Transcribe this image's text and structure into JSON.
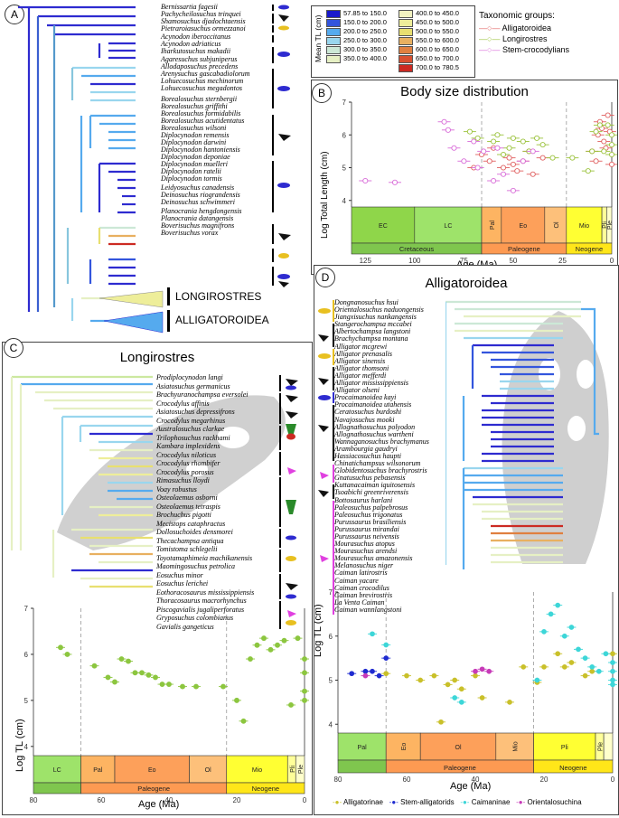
{
  "panel_labels": {
    "a": "A",
    "b": "B",
    "c": "C",
    "d": "D"
  },
  "colors": {
    "alligatoroidea": "#e06060",
    "longirostres": "#9ac23a",
    "stem_crocodylians": "#d86bd8",
    "stem_alligatorids": "#1f2bd0",
    "alligatorinae": "#c9c02a",
    "caimaninae": "#3dd6d8",
    "orientalosuchina": "#c73ab8"
  },
  "panel_a": {
    "taxa": [
      "Bernissartia fagesii",
      "Pachycheilosuchus trinquei",
      "Shamosuchus djadochtaensis",
      "Pietraroiasuchus ormezzanoi",
      "Acynodon iberoccitanus",
      "Acynodon adriaticus",
      "Iharkutosuchus makadii",
      "Agaresuchus subjuniperus",
      "Allodaposuchus precedens",
      "Arenysuchus gascabadiolorum",
      "Lohuecosuchus mechinorum",
      "Lohuecosuchus megadontos",
      "Borealosuchus sternbergii",
      "Borealosuchus griffithi",
      "Borealosuchus formidabilis",
      "Borealosuchus acutidentatus",
      "Borealosuchus wilsoni",
      "Diplocynodon remensis",
      "Diplocynodon darwini",
      "Diplocynodon hantoniensis",
      "Diplocynodon deponiae",
      "Diplocynodon muelleri",
      "Diplocynodon ratelii",
      "Diplocynodon tormis",
      "Leidyosuchus canadensis",
      "Deinosuchus riograndensis",
      "Deinosuchus schwimmeri",
      "Planocrania hengdongensis",
      "Planocrania datangensis",
      "Boverisuchus magnifrons",
      "Boverisuchus vorax"
    ],
    "clade_longirostres": "LONGIROSTRES",
    "clade_alligatoroidea": "ALLIGATOROIDEA"
  },
  "color_legend": {
    "title": "Mean TL (cm)",
    "bins": [
      {
        "label": "57.85 to 150.0",
        "color": "#1a1acc"
      },
      {
        "label": "150.0 to 200.0",
        "color": "#3355dd"
      },
      {
        "label": "200.0 to 250.0",
        "color": "#55aaee"
      },
      {
        "label": "250.0 to 300.0",
        "color": "#99d6ee"
      },
      {
        "label": "300.0 to 350.0",
        "color": "#cce8d6"
      },
      {
        "label": "350.0 to 400.0",
        "color": "#e6f0c4"
      },
      {
        "label": "400.0 to 450.0",
        "color": "#f2f2c0"
      },
      {
        "label": "450.0 to 500.0",
        "color": "#eeee9a"
      },
      {
        "label": "500.0 to 550.0",
        "color": "#e8df70"
      },
      {
        "label": "550.0 to 600.0",
        "color": "#e8b060"
      },
      {
        "label": "600.0 to 650.0",
        "color": "#e08040"
      },
      {
        "label": "650.0 to 700.0",
        "color": "#d85030"
      },
      {
        "label": "700.0 to 780.5",
        "color": "#cc2a22"
      }
    ]
  },
  "taxonomic_legend": {
    "title": "Taxonomic groups:",
    "items": [
      "Alligatoroidea",
      "Longirostres",
      "Stem-crocodylians"
    ]
  },
  "panel_b": {
    "title": "Body size distribution",
    "ylabel": "Log Total Length (cm)",
    "xlabel": "Age (Ma)",
    "x_ticks": [
      "125",
      "100",
      "75",
      "50",
      "25",
      "0"
    ],
    "y_ticks": [
      "4",
      "5",
      "6",
      "7"
    ],
    "epochs": [
      "EC",
      "LC",
      "Pal",
      "Eo",
      "Ol",
      "Mio",
      "Pli",
      "Ple"
    ],
    "periods": [
      "Cretaceous",
      "Paleogene",
      "Neogene"
    ]
  },
  "panel_c": {
    "title": "Longirostres",
    "taxa": [
      "Prodiplocynodon langi",
      "Asiatosuchus germanicus",
      "Brachyuranochampsa eversolei",
      "Crocodylus affinis",
      "Asiatosuchus depressifrons",
      "Crocodylus megarhinus",
      "Australosuchus clarkae",
      "Trilophosuchus rackhami",
      "Kambara implexidens",
      "Crocodylus niloticus",
      "Crocodylus rhombifer",
      "Crocodylus porosus",
      "Rimasuchus lloydi",
      "Voay robustus",
      "Osteolaemus osborni",
      "Osteolaemus tetraspis",
      "Brochuchus pigotti",
      "Mecistops cataphractus",
      "Dollosuchoides densmorei",
      "Thecachampsa antiqua",
      "Tomistoma schlegelii",
      "Toyotamaphimeia machikanensis",
      "Maomingosuchus petrolica",
      "Eosuchus minor",
      "Eosuchus lerichei",
      "Eothoracosaurus mississippiensis",
      "Thoracosaurus macrorhynchus",
      "Piscogavialis jugaliperforatus",
      "Gryposuchus colombianus",
      "Gavialis gangeticus"
    ],
    "ylabel": "Log TL (cm)",
    "xlabel": "Age (Ma)",
    "x_ticks": [
      "80",
      "60",
      "40",
      "20",
      "0"
    ],
    "y_ticks": [
      "4",
      "5",
      "6",
      "7"
    ],
    "epochs": [
      "LC",
      "Pal",
      "Eo",
      "Ol",
      "Mio",
      "Pli",
      "Ple"
    ],
    "periods": [
      "Paleogene",
      "Neogene"
    ]
  },
  "panel_d": {
    "title": "Alligatoroidea",
    "taxa": [
      "Dongnanosuchus hsui",
      "Orientalosuchus naduongensis",
      "Jiangxisuchus nankangensis",
      "Stangerochampsa mccabei",
      "Albertochampsa langstoni",
      "Brachychampsa montana",
      "Alligator mcgrewi",
      "Alligator prenasalis",
      "Alligator sinensis",
      "Alligator thomsoni",
      "Alligator mefferdi",
      "Alligator mississippiensis",
      "Alligator olseni",
      "Procaimanoidea kayi",
      "Procaimanoidea utahensis",
      "Ceratosuchus burdoshi",
      "Navajosuchus mooki",
      "Allognathosuchus polyodon",
      "Allognathosuchus wartheni",
      "Wannaganosuchus brachymanus",
      "Arambourgia gaudryi",
      "Hassiacosuchus haupti",
      "Chinatichampsus wilsonorum",
      "Globidentosuchus brachyrostris",
      "Gnatusuchus pebasensis",
      "Kuttanacaiman iquitosensis",
      "Tsoabichi greenriverensis",
      "Bottosaurus harlani",
      "Paleosuchus palpebrosus",
      "Paleosuchus trigonatus",
      "Purussaurus brasiliensis",
      "Purussaurus mirandai",
      "Purussaurus neivensis",
      "Mourasuchus atopus",
      "Mourasuchus arendsi",
      "Mourasuchus amazonensis",
      "Melanosuchus niger",
      "Caiman latirostris",
      "Caiman yacare",
      "Caiman crocodilus",
      "Caiman brevirostris",
      "La Venta Caiman",
      "Caiman wannlangstoni"
    ],
    "ylabel": "Log TL (cm)",
    "xlabel": "Age (Ma)",
    "x_ticks": [
      "80",
      "60",
      "40",
      "20",
      "0"
    ],
    "y_ticks": [
      "4",
      "5",
      "6",
      "7"
    ],
    "epochs": [
      "Pal",
      "Eo",
      "Ol",
      "Mio",
      "Pli",
      "Ple"
    ],
    "periods": [
      "Paleogene",
      "Neogene"
    ],
    "legend": [
      "Alligatorinae",
      "Stem-alligatorids",
      "Caimaninae",
      "Orientalosuchina"
    ]
  },
  "chart_data": [
    {
      "type": "scatter",
      "title": "Body size distribution",
      "xlabel": "Age (Ma)",
      "ylabel": "Log Total Length (cm)",
      "xlim": [
        132,
        0
      ],
      "ylim": [
        3.8,
        7
      ],
      "series": [
        {
          "name": "Alligatoroidea",
          "x": [
            70,
            66,
            62,
            60,
            55,
            52,
            50,
            48,
            45,
            42,
            40,
            35,
            10,
            8,
            7,
            6,
            5,
            4,
            3,
            2,
            1,
            0
          ],
          "y": [
            5.0,
            5.4,
            5.2,
            5.6,
            5.0,
            5.3,
            5.1,
            4.9,
            5.2,
            5.5,
            4.8,
            5.3,
            5.5,
            5.2,
            6.0,
            6.4,
            6.2,
            5.8,
            5.6,
            6.6,
            6.1,
            5.1
          ]
        },
        {
          "name": "Longirostres",
          "x": [
            72,
            68,
            60,
            58,
            55,
            52,
            50,
            45,
            42,
            38,
            35,
            30,
            20,
            12,
            10,
            8,
            6,
            4,
            2,
            0,
            0,
            0
          ],
          "y": [
            6.1,
            5.9,
            5.8,
            6.0,
            5.4,
            5.6,
            5.9,
            5.8,
            5.5,
            5.9,
            5.7,
            5.3,
            5.3,
            4.9,
            5.5,
            6.1,
            6.3,
            5.5,
            6.3,
            6.0,
            5.7,
            5.4
          ]
        },
        {
          "name": "Stem-crocodylians",
          "x": [
            125,
            110,
            85,
            83,
            80,
            75,
            70,
            68,
            65,
            60,
            58,
            55,
            50,
            45,
            40
          ],
          "y": [
            4.6,
            4.55,
            6.4,
            6.15,
            5.6,
            5.2,
            5.8,
            5.0,
            5.5,
            4.6,
            5.6,
            4.8,
            4.3,
            5.2,
            5.5
          ]
        }
      ]
    },
    {
      "type": "scatter",
      "title": "Longirostres",
      "xlabel": "Age (Ma)",
      "ylabel": "Log TL (cm)",
      "xlim": [
        80,
        0
      ],
      "ylim": [
        3.8,
        7
      ],
      "series": [
        {
          "name": "",
          "x": [
            72,
            70,
            62,
            58,
            56,
            54,
            52,
            50,
            48,
            46,
            44,
            42,
            40,
            36,
            32,
            24,
            20,
            18,
            16,
            14,
            12,
            10,
            8,
            6,
            4,
            2,
            0,
            0,
            0,
            0
          ],
          "y": [
            6.15,
            6.0,
            5.75,
            5.5,
            5.4,
            5.9,
            5.85,
            5.6,
            5.6,
            5.55,
            5.5,
            5.35,
            5.35,
            5.3,
            5.3,
            5.3,
            5.0,
            4.55,
            5.9,
            6.2,
            6.35,
            6.1,
            6.2,
            6.3,
            4.9,
            6.35,
            5.9,
            5.6,
            5.2,
            5.0
          ]
        }
      ]
    },
    {
      "type": "scatter",
      "title": "Alligatoroidea",
      "xlabel": "Age (Ma)",
      "ylabel": "Log TL (cm)",
      "xlim": [
        80,
        0
      ],
      "ylim": [
        3.8,
        7
      ],
      "series": [
        {
          "name": "Alligatorinae",
          "x": [
            66,
            60,
            56,
            52,
            50,
            48,
            46,
            44,
            40,
            38,
            30,
            26,
            22,
            20,
            16,
            14,
            12,
            8,
            6,
            0
          ],
          "y": [
            5.15,
            5.1,
            5.0,
            5.1,
            4.05,
            4.9,
            5.0,
            4.8,
            5.1,
            4.6,
            4.5,
            5.3,
            4.95,
            5.3,
            5.6,
            5.3,
            5.4,
            5.1,
            5.2,
            5.6
          ]
        },
        {
          "name": "Stem-alligatorids",
          "x": [
            76,
            72,
            70,
            68,
            66
          ],
          "y": [
            5.15,
            5.2,
            5.2,
            5.1,
            5.5
          ]
        },
        {
          "name": "Caimaninae",
          "x": [
            70,
            66,
            46,
            44,
            22,
            20,
            18,
            16,
            14,
            12,
            10,
            8,
            6,
            4,
            2,
            0,
            0,
            0,
            0
          ],
          "y": [
            6.05,
            5.8,
            4.6,
            4.5,
            5.0,
            6.1,
            6.5,
            6.7,
            6.0,
            6.2,
            5.7,
            5.5,
            5.3,
            5.2,
            5.6,
            5.4,
            5.2,
            5.0,
            4.9
          ]
        },
        {
          "name": "Orientalosuchina",
          "x": [
            72,
            40,
            38,
            36
          ],
          "y": [
            5.1,
            5.2,
            5.25,
            5.2
          ]
        }
      ]
    }
  ]
}
